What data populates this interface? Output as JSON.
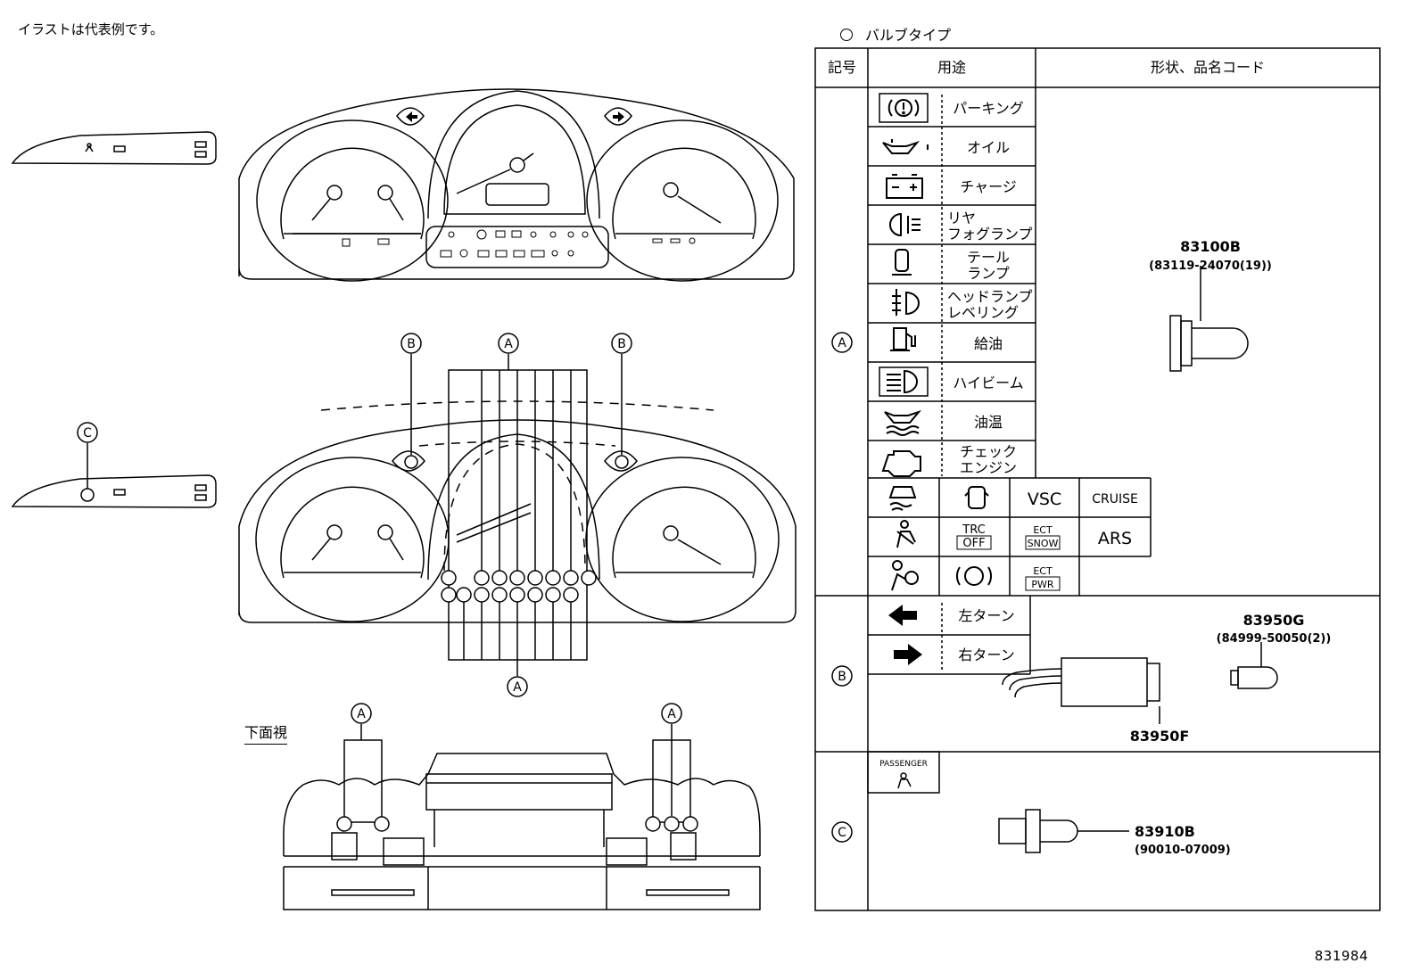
{
  "note": "イラストは代表例です。",
  "bulb_type_header": "バルブタイプ",
  "doc_number": "831984",
  "bottom_view_label": "下面視",
  "table": {
    "headers": [
      "記号",
      "用途",
      "形状、品名コード"
    ],
    "group_a": {
      "symbol": "A",
      "rows": [
        {
          "icon": "parking-brake-icon",
          "label": "パーキング"
        },
        {
          "icon": "oil-pressure-icon",
          "label": "オイル"
        },
        {
          "icon": "battery-charge-icon",
          "label": "チャージ"
        },
        {
          "icon": "rear-fog-icon",
          "label_lines": [
            "リヤ",
            "フォグランプ"
          ]
        },
        {
          "icon": "tail-lamp-icon",
          "label_lines": [
            "テール",
            "ランプ"
          ]
        },
        {
          "icon": "headlamp-leveling-icon",
          "label_lines": [
            "ヘッドランプ",
            "レベリング"
          ]
        },
        {
          "icon": "fuel-icon",
          "label": "給油"
        },
        {
          "icon": "high-beam-icon",
          "label": "ハイビーム"
        },
        {
          "icon": "oil-temp-icon",
          "label": "油温"
        },
        {
          "icon": "check-engine-icon",
          "label_lines": [
            "チェック",
            "エンジン"
          ]
        }
      ],
      "grid": {
        "vsc": "VSC",
        "cruise": "CRUISE",
        "trc_top": "TRC",
        "trc_bottom": "OFF",
        "ect_snow_top": "ECT",
        "ect_snow_bottom": "SNOW",
        "ars": "ARS",
        "ect_pwr_top": "ECT",
        "ect_pwr_bottom": "PWR"
      },
      "part_number": "83100B",
      "part_code": "(83119-24070(19))"
    },
    "group_b": {
      "symbol": "B",
      "rows": [
        {
          "icon": "left-turn-arrow-icon",
          "label": "左ターン"
        },
        {
          "icon": "right-turn-arrow-icon",
          "label": "右ターン"
        }
      ],
      "part_number": "83950G",
      "part_code": "(84999-50050(2))",
      "socket_number": "83950F"
    },
    "group_c": {
      "symbol": "C",
      "icon_label": "PASSENGER",
      "part_number": "83910B",
      "part_code": "(90010-07009)"
    }
  },
  "callouts": {
    "a": "A",
    "b": "B",
    "c": "C"
  }
}
